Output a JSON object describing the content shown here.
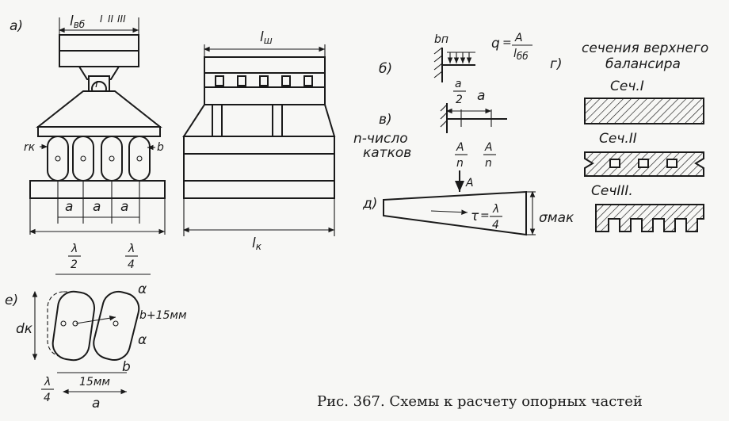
{
  "caption": "Рис. 367. Схемы к расчету опорных частей",
  "figure_a": {
    "label": "а)",
    "dim_top": "l",
    "dim_top_sub": "вб",
    "sections": [
      "I",
      "II",
      "III"
    ],
    "r": "r",
    "rk": "rк",
    "b": "b",
    "a_labels": [
      "a",
      "a",
      "a"
    ]
  },
  "figure_side": {
    "dim_top": "l",
    "dim_top_sub": "ш",
    "dim_bottom": "l",
    "dim_bottom_sub": "к"
  },
  "figure_b": {
    "label": "б)",
    "bn": "bп",
    "q": "q",
    "q_num": "A",
    "q_den": "l",
    "q_den_sub": "бб",
    "a_half_num": "a",
    "a_half_den": "2",
    "a": "a"
  },
  "figure_v": {
    "label": "в)",
    "note_line1": "n-число",
    "note_line2": "катков",
    "load_num": "A",
    "load_den": "n"
  },
  "figure_d": {
    "label": "д)",
    "A": "A",
    "tau": "τ",
    "lambda_num": "λ",
    "lambda_den": "4",
    "sigma": "σмак"
  },
  "figure_g": {
    "label": "г)",
    "title_line1": "сечения верхнего",
    "title_line2": "балансира",
    "sections": [
      "Сеч.I",
      "Сеч.II",
      "СечIII."
    ]
  },
  "figure_e": {
    "label": "е)",
    "lambda": "λ",
    "den2": "2",
    "den4": "4",
    "alpha": "α",
    "b_plus": "b+15мм",
    "b": "b",
    "dk": "dк",
    "mm15": "15мм",
    "a": "a"
  }
}
